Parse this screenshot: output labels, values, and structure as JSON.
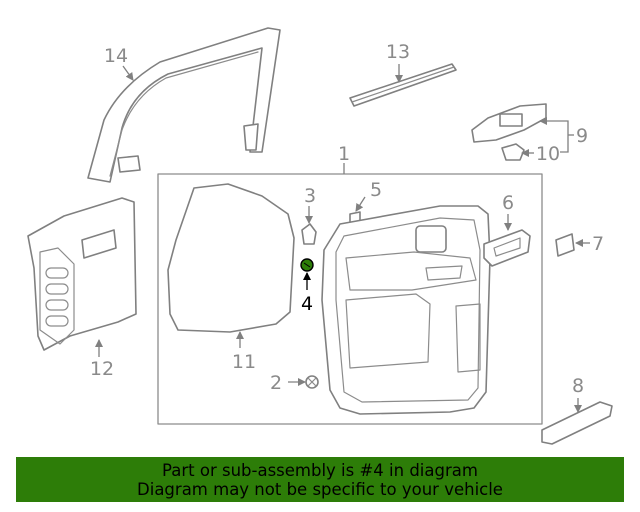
{
  "diagram": {
    "callouts": [
      "1",
      "2",
      "3",
      "4",
      "5",
      "6",
      "7",
      "8",
      "9",
      "10",
      "11",
      "12",
      "13",
      "14"
    ],
    "highlight": "4",
    "highlight_color": "#2d7d08"
  },
  "banner": {
    "line1": "Part or sub-assembly is #4 in diagram",
    "line2": "Diagram may not be specific to your vehicle",
    "background": "#2d7d08"
  }
}
